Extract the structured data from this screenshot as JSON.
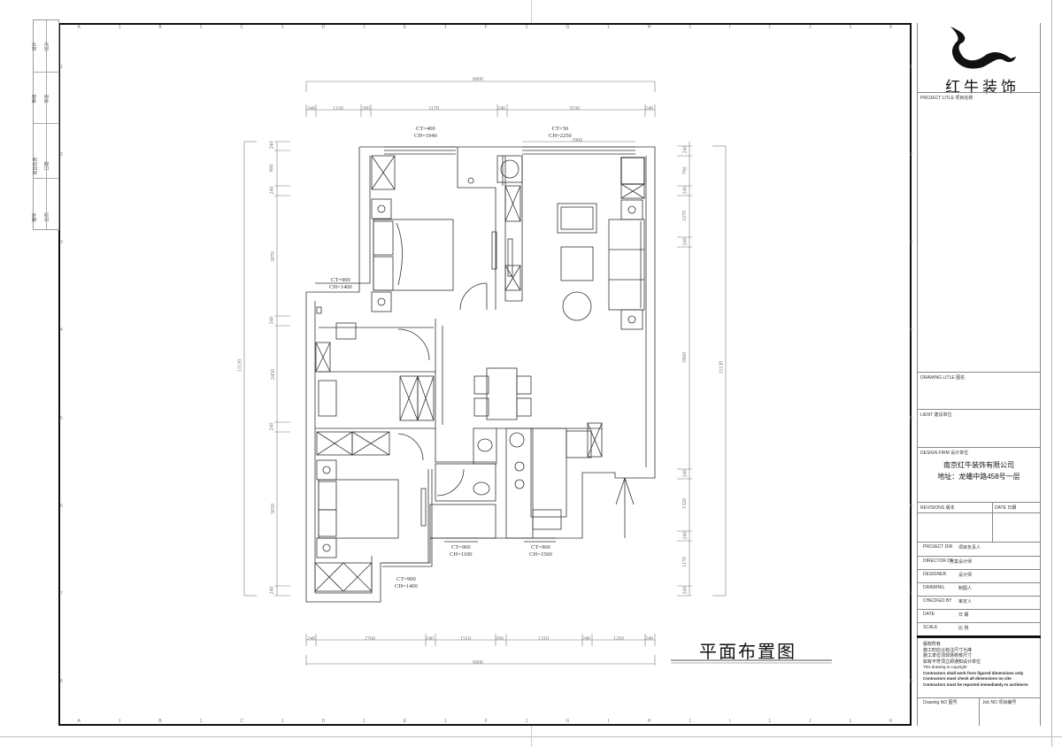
{
  "drawing": {
    "title": "平面布置图",
    "grid_columns": [
      "A",
      "1",
      "B",
      "1",
      "C",
      "1",
      "D",
      "1",
      "E",
      "1",
      "F",
      "1",
      "G",
      "1",
      "H",
      "1",
      "I",
      "1",
      "J",
      "1",
      "K"
    ],
    "grid_rows": [
      "1",
      "2",
      "3",
      "4",
      "5",
      "6",
      "7",
      "8"
    ]
  },
  "side_table": {
    "rows": [
      {
        "a": "设计",
        "b": "校对"
      },
      {
        "a": "审核",
        "b": "审定"
      },
      {
        "a": "项目负责",
        "b": "日期"
      },
      {
        "a": "图号",
        "b": "比例"
      }
    ]
  },
  "title_block": {
    "logo_text": "红牛装饰",
    "project_title_label": "PROJECT LITLE  项目名称",
    "drawing_title_label": "DRAWING LITLE  图名",
    "client_label": "LIENT  建设单位",
    "design_firm_label": "DESIGN FIRM  设计单位",
    "firm_name": "南京红牛装饰有限公司",
    "firm_address": "地址：龙蟠中路458号一层",
    "revisions_label": "REVISIONS  版本",
    "date_label_top": "DATE  日期",
    "project_dir_label": "PROJECT DIR",
    "project_dir_value": "项目负责人",
    "director_label": "DIRECTOR DE",
    "director_value": "方案设计师",
    "designer_label": "DESIGNER",
    "designer_value": "设计师",
    "drawing_label": "DRAWING",
    "drawing_value": "制图人",
    "checked_label": "CHECKED BY",
    "checked_value": "审定人",
    "date_label": "DATE",
    "date_value": "日  期",
    "scale_label": "SCALE",
    "scale_value": "比  例",
    "legal_lines": [
      "版权所有",
      "施工时应以标注尺寸为准",
      "施工单位须现场校核尺寸",
      "如有不符须立即通知设计单位",
      "This drawing is copyright",
      "Contractors shall work form figured dimensions only",
      "Contractors must check all dimensions on site",
      "Contractors must be reported immediately to architects"
    ],
    "drawing_no_label": "Drawing NO  图号",
    "job_no_label": "Job NO  项目编号"
  },
  "dimensions": {
    "top_total": "6800",
    "top_segments": [
      "240",
      "1130",
      "200",
      "3170",
      "240",
      "3530",
      "240"
    ],
    "bottom_segments": [
      "240",
      "2760",
      "240",
      "1510",
      "200",
      "1310",
      "240",
      "1260",
      "240"
    ],
    "bottom_total": "6800",
    "left_total": "11130",
    "left_segments": [
      "240",
      "900",
      "240",
      "3070",
      "240",
      "2450",
      "240",
      "3050",
      "240"
    ],
    "right_total": "11130",
    "right_segments": [
      "240",
      "790",
      "240",
      "1270",
      "240",
      "5860",
      "240",
      "1320",
      "240",
      "1170",
      "240"
    ],
    "living_width": "2900"
  },
  "annotations": {
    "window_master": [
      "CT=400",
      "CH=1940"
    ],
    "window_living": [
      "CT=50",
      "CH=2250"
    ],
    "window_study": [
      "CT=900",
      "CH=1400"
    ],
    "window_bedroom2": [
      "CT=900",
      "CH=1400"
    ],
    "window_bath": [
      "CT=900",
      "CH=1100"
    ],
    "window_kitchen": [
      "CT=900",
      "CH=1500"
    ]
  }
}
